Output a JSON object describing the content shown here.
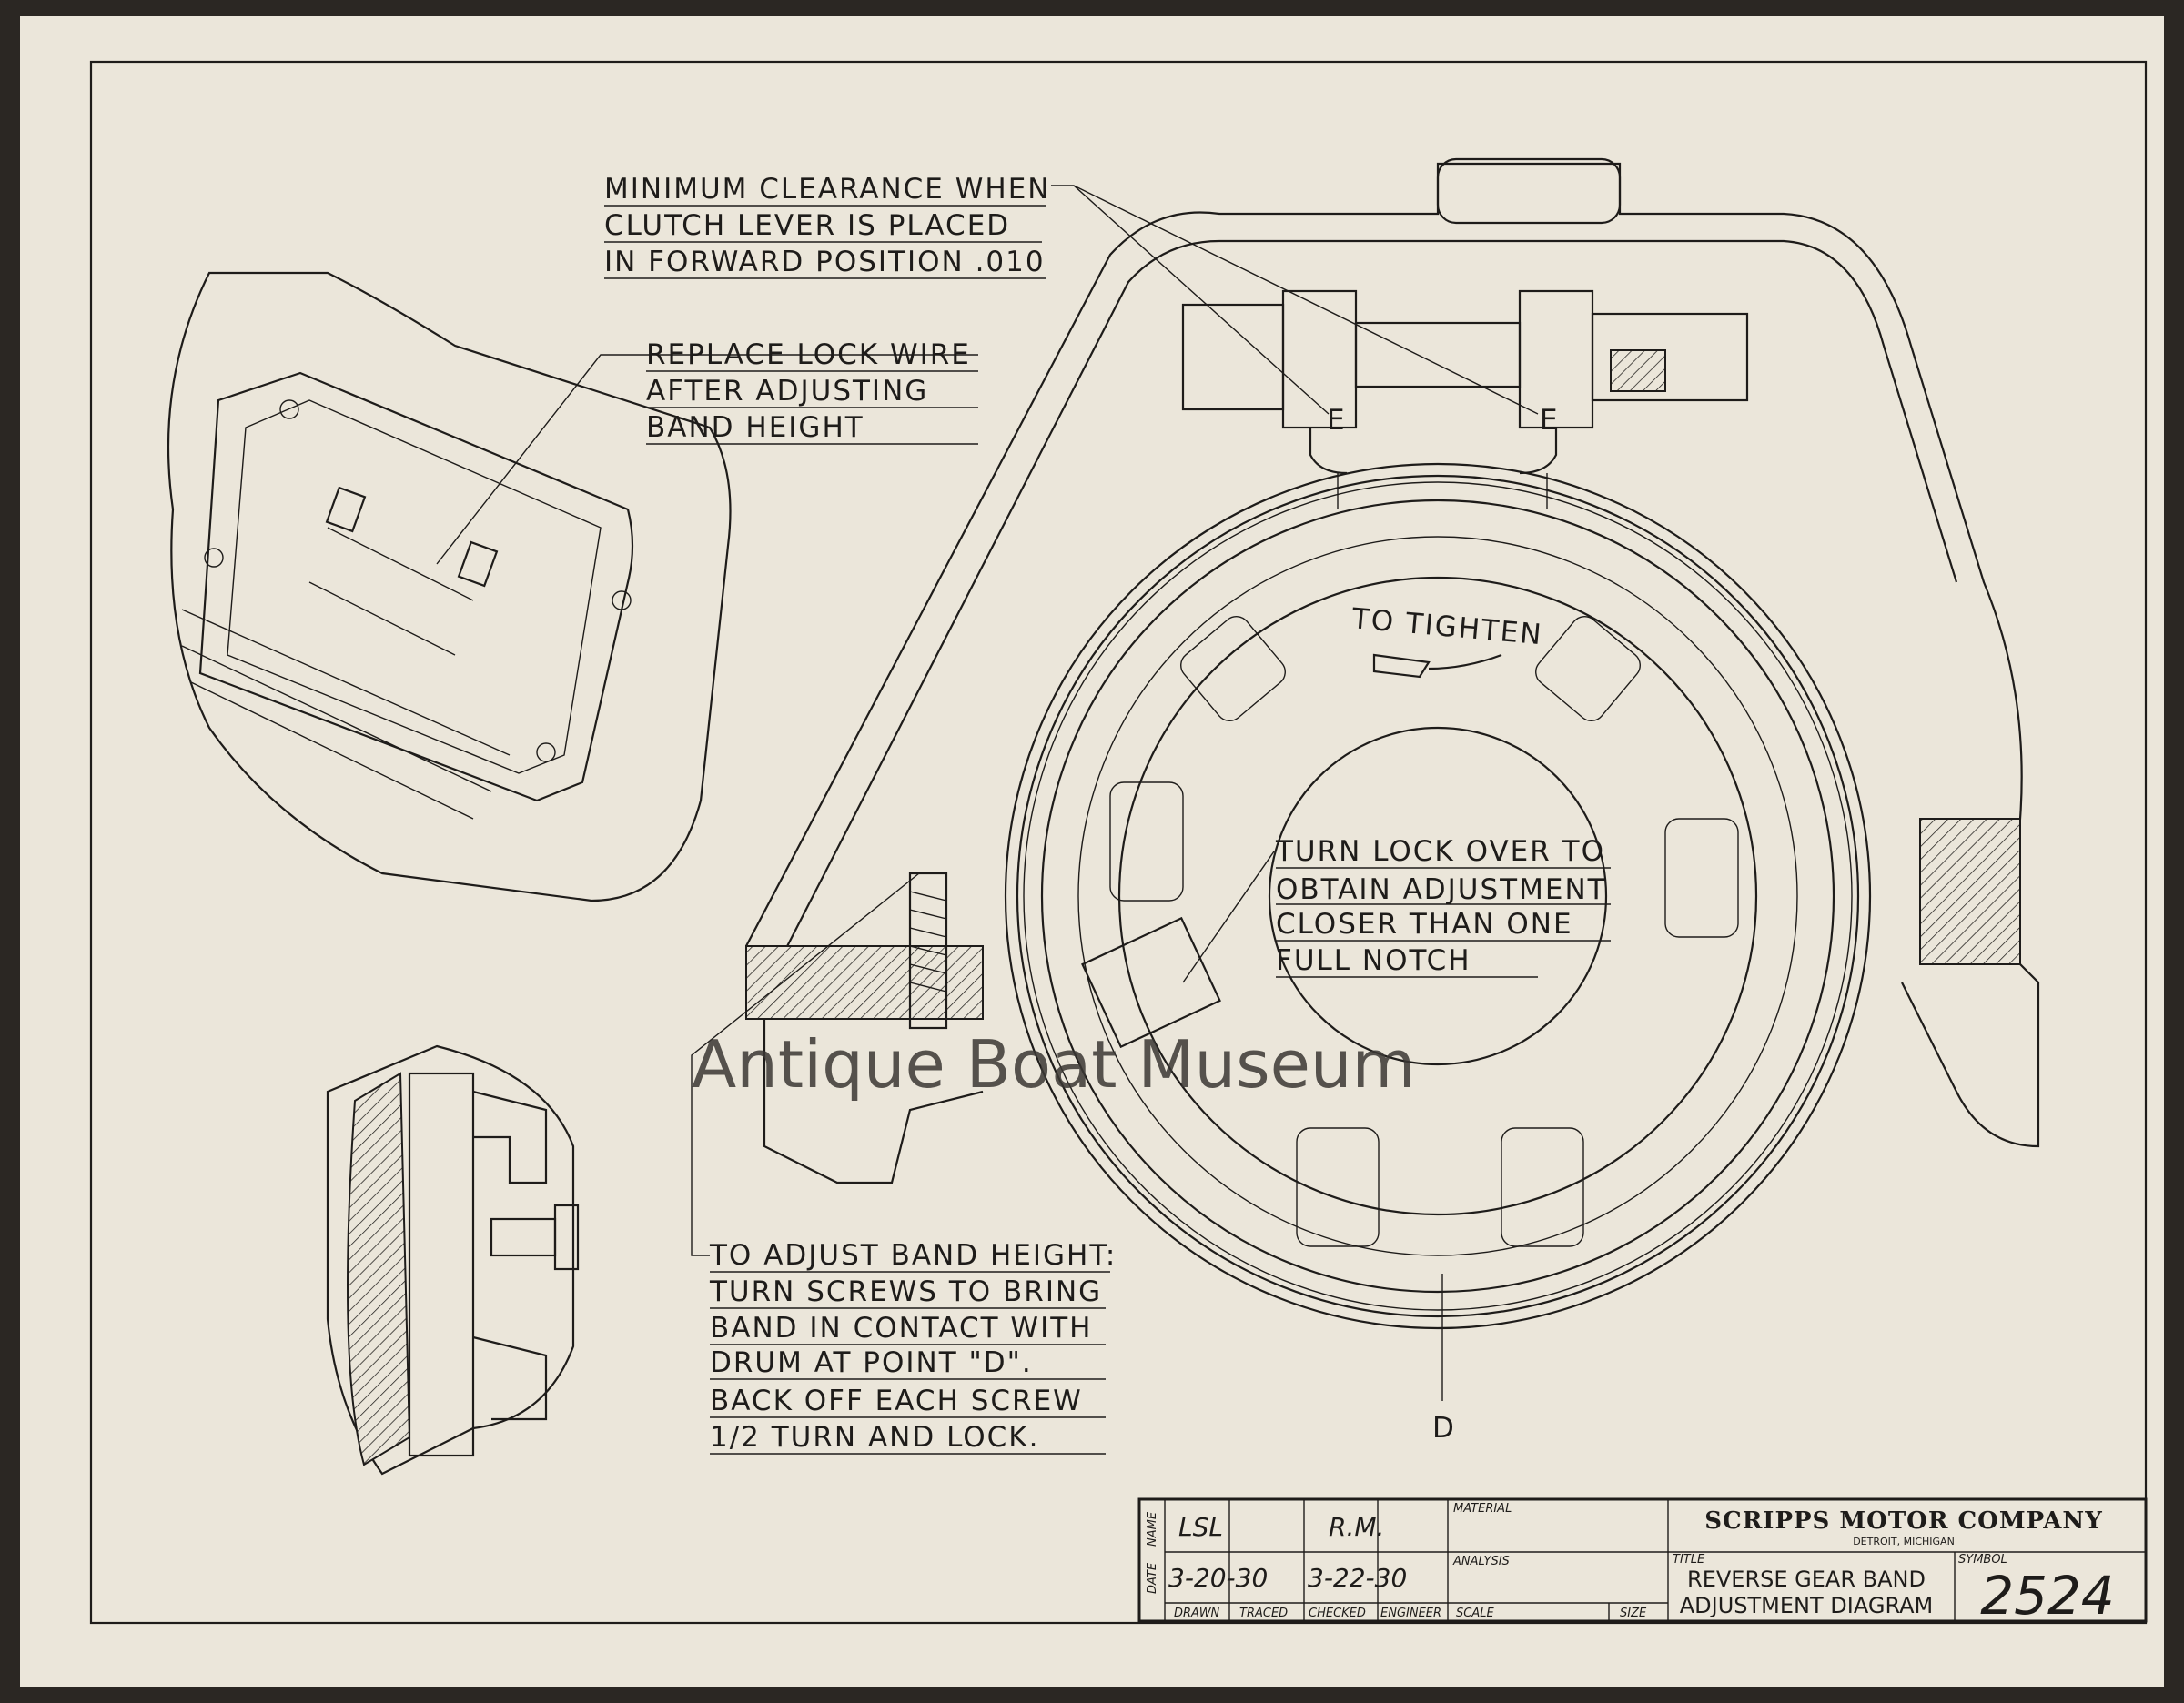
{
  "watermark": "Antique Boat Museum",
  "notes": {
    "clearance": [
      "MINIMUM CLEARANCE WHEN",
      "CLUTCH LEVER IS PLACED",
      "IN FORWARD POSITION .010"
    ],
    "lock_wire": [
      "REPLACE LOCK WIRE",
      "AFTER ADJUSTING",
      "BAND HEIGHT"
    ],
    "turn_lock": [
      "TURN LOCK OVER TO",
      "OBTAIN ADJUSTMENT",
      "CLOSER THAN ONE",
      "FULL NOTCH"
    ],
    "adjust_band": [
      "TO ADJUST BAND HEIGHT:",
      "TURN SCREWS TO BRING",
      "BAND IN CONTACT WITH",
      "DRUM AT POINT \"D\".",
      "BACK OFF EACH SCREW",
      "1/2 TURN AND LOCK."
    ],
    "to_tighten": "TO TIGHTEN"
  },
  "point_labels": {
    "e_left": "E",
    "e_right": "E",
    "d": "D"
  },
  "title_block": {
    "company": "SCRIPPS MOTOR COMPANY",
    "location": "DETROIT, MICHIGAN",
    "row_labels": {
      "name": "NAME",
      "date": "DATE"
    },
    "column_labels": [
      "DRAWN",
      "TRACED",
      "CHECKED",
      "ENGINEER",
      "SCALE",
      "SIZE"
    ],
    "material_label": "MATERIAL",
    "analysis_label": "ANALYSIS",
    "title_label": "TITLE",
    "symbol_label": "SYMBOL",
    "drawn_name": "LSL",
    "drawn_date": "3-20-30",
    "checked_name": "R.M.",
    "checked_date": "3-22-30",
    "title": [
      "REVERSE GEAR BAND",
      "ADJUSTMENT DIAGRAM"
    ],
    "symbol": "2524"
  },
  "colors": {
    "paper": "#ebe6da",
    "ink": "#1e1c1a",
    "background": "#2b2723"
  }
}
